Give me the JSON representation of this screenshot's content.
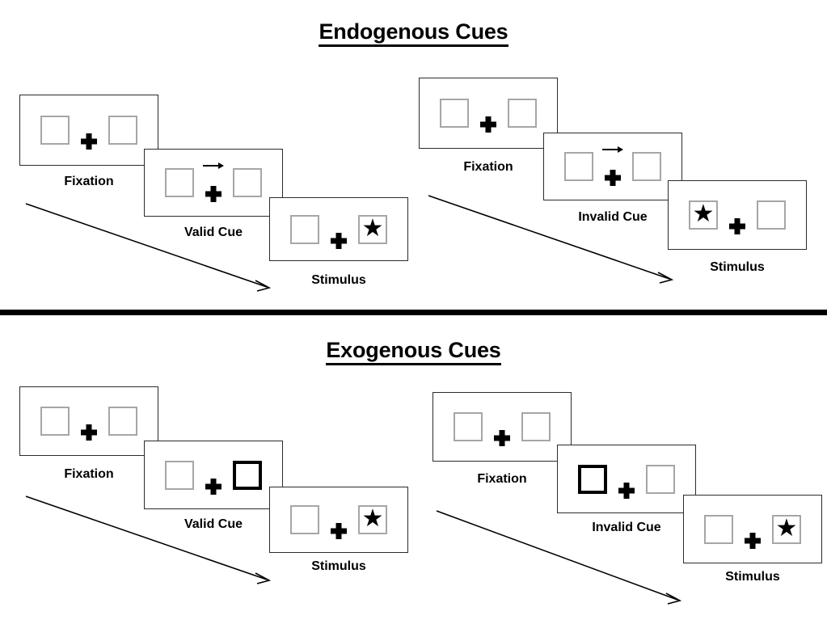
{
  "figure": {
    "sections": [
      {
        "id": "endogenous",
        "title": "Endogenous Cues",
        "cue_type": "arrow",
        "sequences": [
          {
            "id": "endogenous-valid",
            "validity": "valid",
            "frames": [
              {
                "label": "Fixation",
                "cue": "none",
                "target_side": "none",
                "left_box": "empty",
                "right_box": "empty"
              },
              {
                "label": "Valid Cue",
                "cue": "arrow-right",
                "target_side": "none",
                "left_box": "empty",
                "right_box": "empty"
              },
              {
                "label": "Stimulus",
                "cue": "none",
                "target_side": "right",
                "left_box": "empty",
                "right_box": "star"
              }
            ]
          },
          {
            "id": "endogenous-invalid",
            "validity": "invalid",
            "frames": [
              {
                "label": "Fixation",
                "cue": "none",
                "target_side": "none",
                "left_box": "empty",
                "right_box": "empty"
              },
              {
                "label": "Invalid Cue",
                "cue": "arrow-right",
                "target_side": "none",
                "left_box": "empty",
                "right_box": "empty"
              },
              {
                "label": "Stimulus",
                "cue": "none",
                "target_side": "left",
                "left_box": "star",
                "right_box": "empty"
              }
            ]
          }
        ]
      },
      {
        "id": "exogenous",
        "title": "Exogenous Cues",
        "cue_type": "box-flash",
        "sequences": [
          {
            "id": "exogenous-valid",
            "validity": "valid",
            "frames": [
              {
                "label": "Fixation",
                "cue": "none",
                "target_side": "none",
                "left_box": "empty",
                "right_box": "empty"
              },
              {
                "label": "Valid Cue",
                "cue": "box-flash-right",
                "target_side": "none",
                "left_box": "empty",
                "right_box": "cued"
              },
              {
                "label": "Stimulus",
                "cue": "none",
                "target_side": "right",
                "left_box": "empty",
                "right_box": "star"
              }
            ]
          },
          {
            "id": "exogenous-invalid",
            "validity": "invalid",
            "frames": [
              {
                "label": "Fixation",
                "cue": "none",
                "target_side": "none",
                "left_box": "empty",
                "right_box": "empty"
              },
              {
                "label": "Invalid Cue",
                "cue": "box-flash-left",
                "target_side": "none",
                "left_box": "cued",
                "right_box": "empty"
              },
              {
                "label": "Stimulus",
                "cue": "none",
                "target_side": "right",
                "left_box": "empty",
                "right_box": "star"
              }
            ]
          }
        ]
      }
    ],
    "icons": {
      "fixation_cross": "plus-cross-icon",
      "cue_arrow": "arrow-right-icon",
      "target": "star-icon",
      "time_arrow": "time-flow-arrow-icon"
    },
    "colors": {
      "ink": "#000000",
      "frame_border": "#2b2b2b",
      "box_border": "#a6a6a6",
      "cued_box_border": "#000000",
      "background": "#ffffff"
    }
  }
}
